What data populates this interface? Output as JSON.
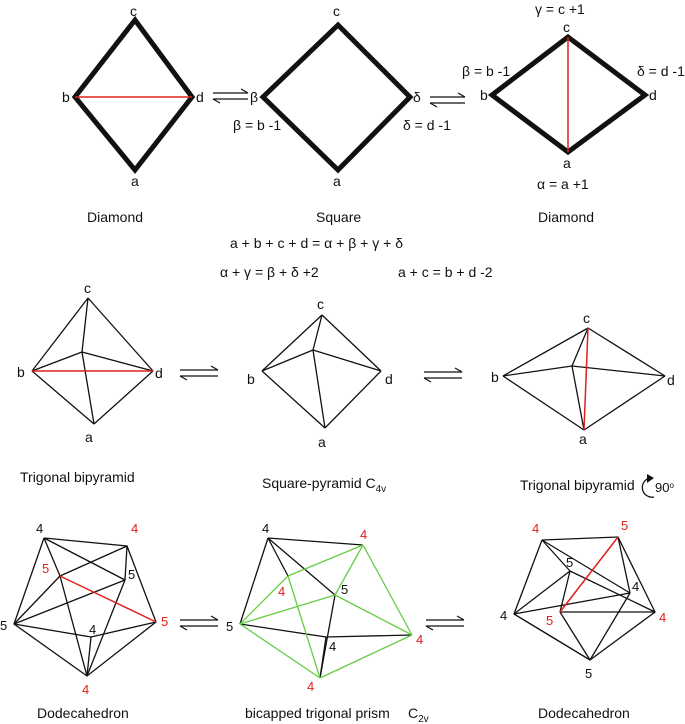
{
  "colors": {
    "line": "#111111",
    "highlight": "#e0201c",
    "prism": "#66cc44",
    "red_label": "#e0201c",
    "black_label": "#111111"
  },
  "row1": {
    "d1": {
      "a": "a",
      "b": "b",
      "c": "c",
      "d": "d",
      "caption": "Diamond"
    },
    "sq": {
      "beta": "β",
      "delta": "δ",
      "c": "c",
      "a": "a",
      "beta_eq": "β = b -1",
      "delta_eq": "δ = d -1",
      "caption": "Square"
    },
    "d2": {
      "gamma_eq": "γ = c +1",
      "c": "c",
      "beta_eq": "β = b -1",
      "delta_eq": "δ = d -1",
      "b": "b",
      "d": "d",
      "a": "a",
      "alpha_eq": "α = a +1",
      "caption": "Diamond"
    }
  },
  "equations": {
    "e1": "a + b + c + d  = α + β + γ + δ",
    "e2": "α + γ = β + δ +2",
    "e3": "a + c = b + d -2"
  },
  "row2": {
    "tb1": {
      "a": "a",
      "b": "b",
      "c": "c",
      "d": "d",
      "caption": "Trigonal bipyramid"
    },
    "sp": {
      "a": "a",
      "b": "b",
      "c": "c",
      "d": "d",
      "caption": "Square-pyramid C",
      "sub": "4v"
    },
    "tb2": {
      "a": "a",
      "b": "b",
      "c": "c",
      "d": "d",
      "caption": "Trigonal bipyramid",
      "rot": "90",
      "rot_sup": "o"
    }
  },
  "row3": {
    "dd1": {
      "top": "4",
      "tr": "4",
      "ml": "5",
      "mc": "5",
      "mr": "5",
      "left": "5",
      "center": "4",
      "bottom": "4",
      "caption": "Dodecahedron"
    },
    "prism": {
      "top": "4",
      "tr": "4",
      "l4": "4",
      "c5": "5",
      "left": "5",
      "c4": "4",
      "right": "4",
      "bottom": "4",
      "caption": "bicapped trigonal prism",
      "sym": "C",
      "sym_sub": "2v"
    },
    "dd2": {
      "tl": "4",
      "tr": "5",
      "m5": "5",
      "r4": "4",
      "left": "4",
      "c5": "5",
      "right": "4",
      "bottom": "5",
      "caption": "Dodecahedron"
    }
  }
}
